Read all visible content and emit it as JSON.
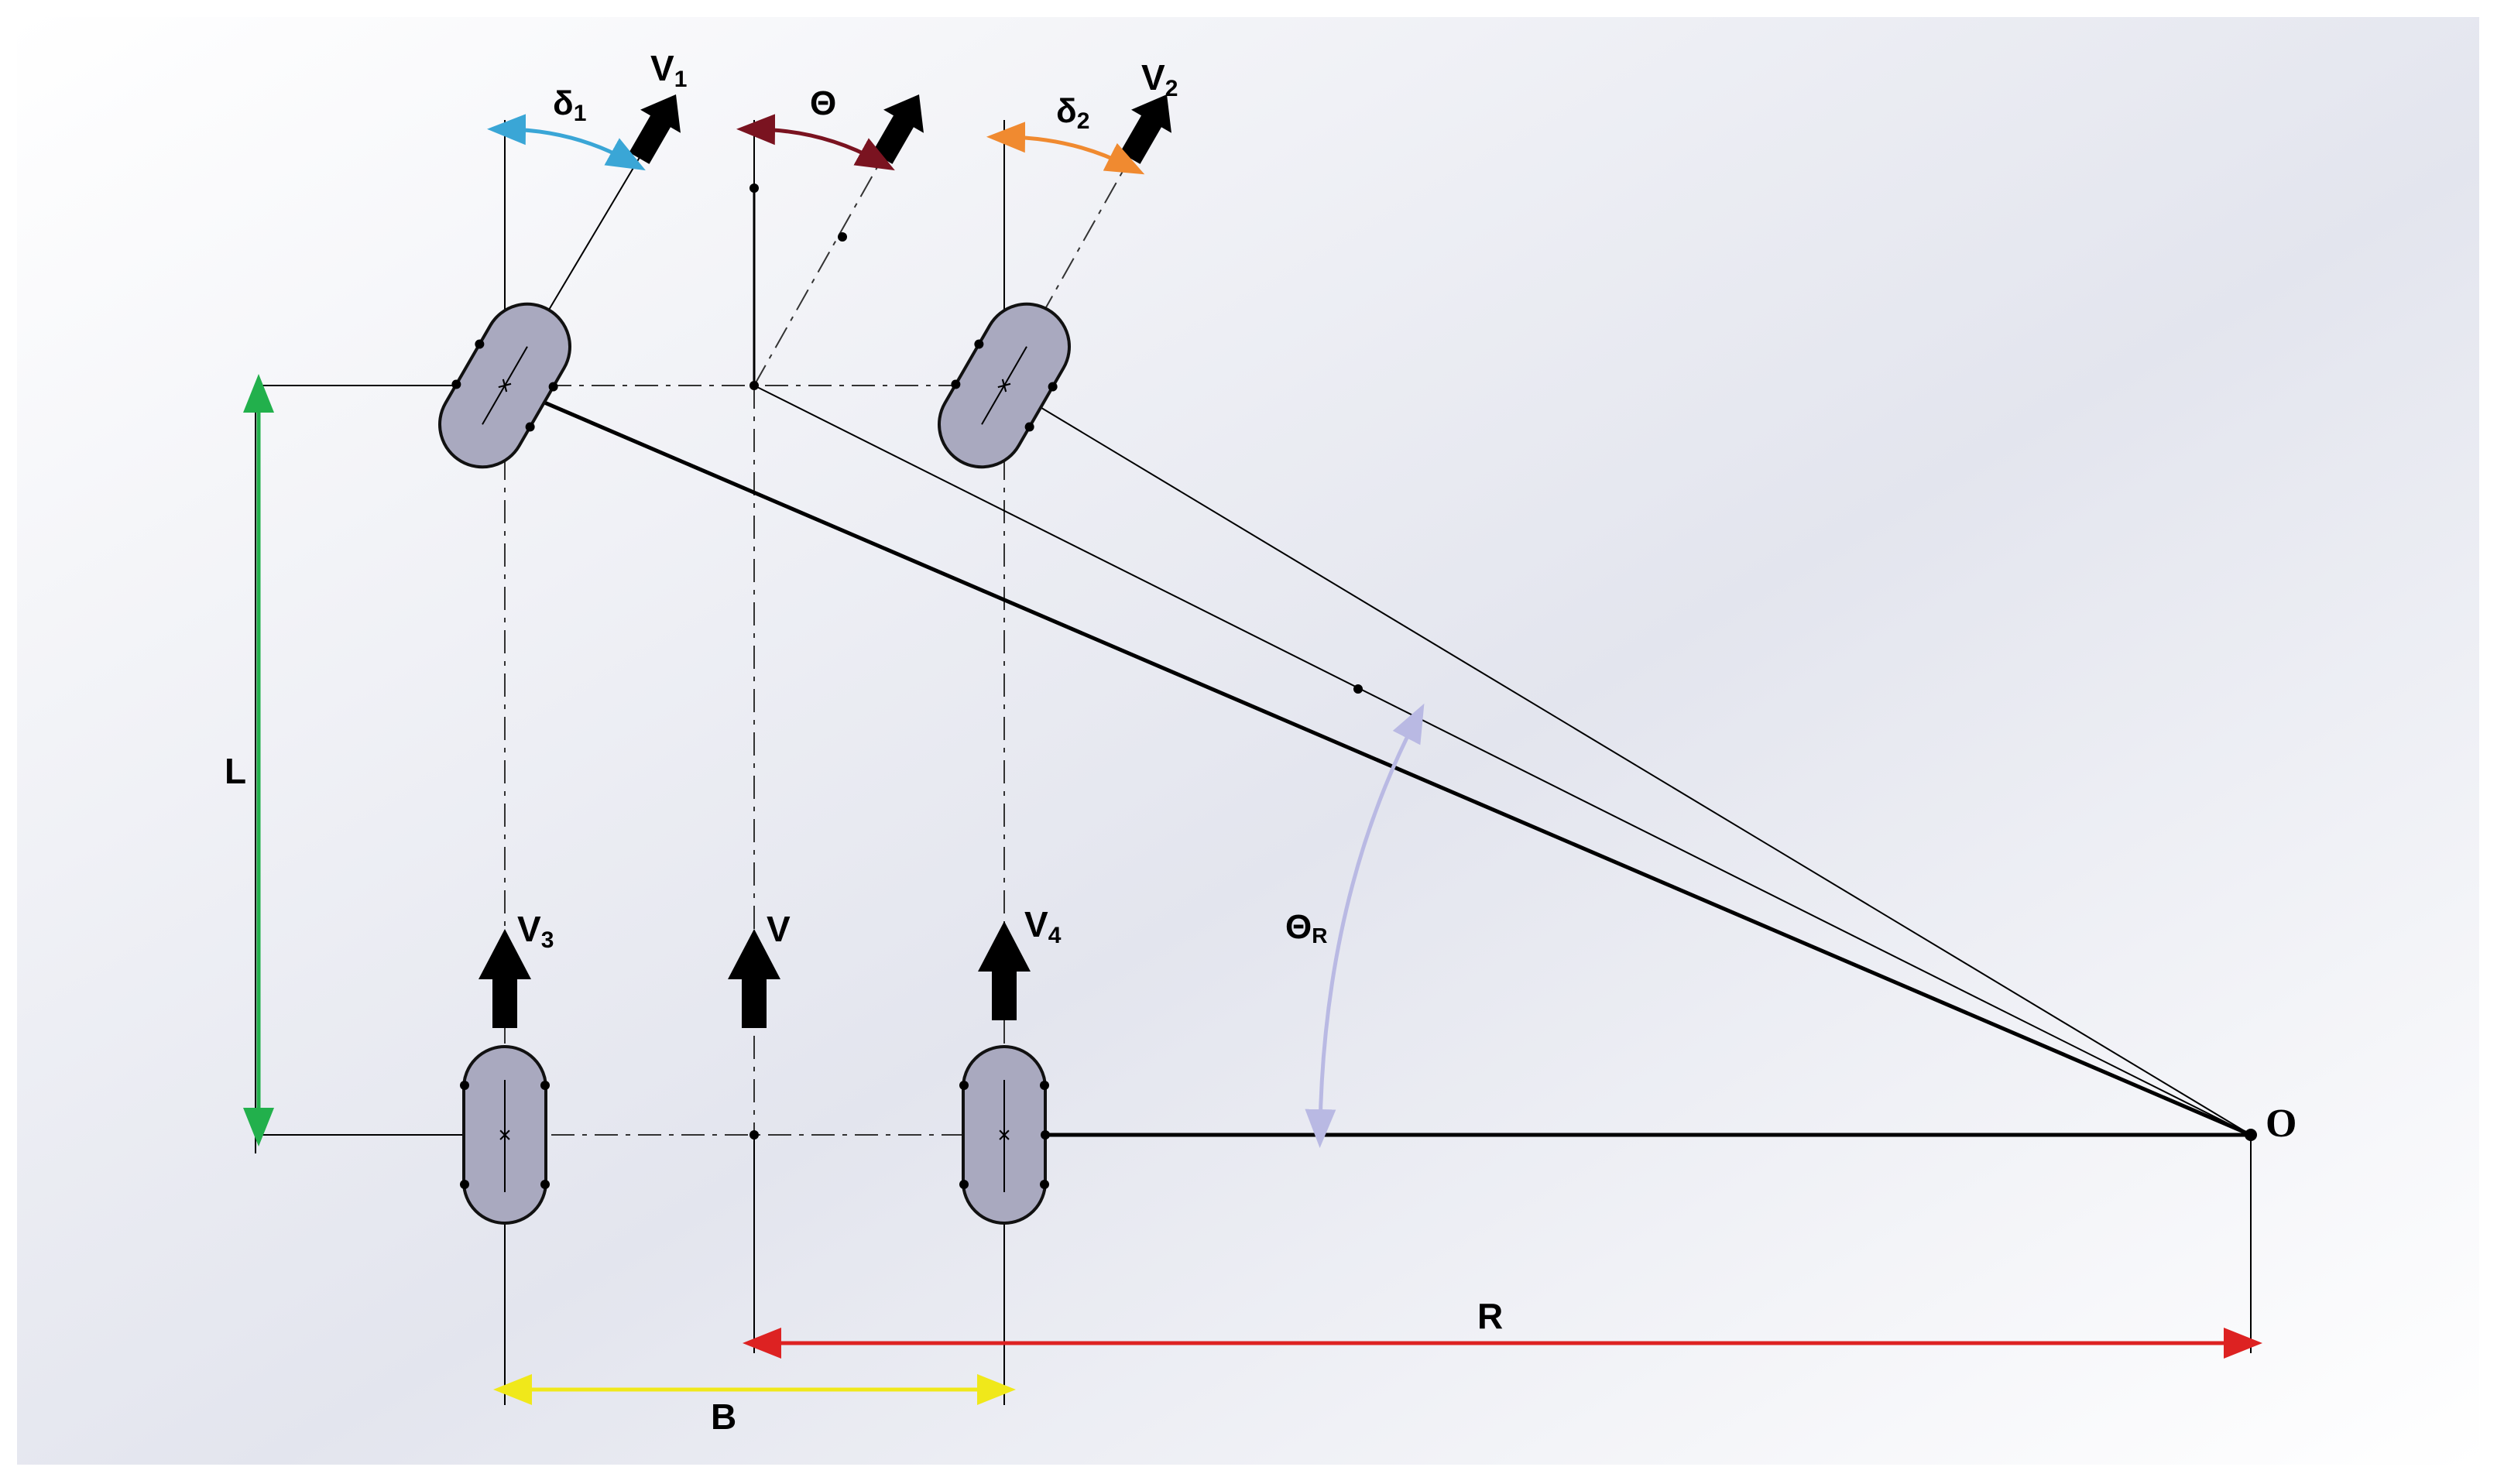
{
  "labels": {
    "v1": "V",
    "v1_sub": "1",
    "v2": "V",
    "v2_sub": "2",
    "v3": "V",
    "v3_sub": "3",
    "v4": "V",
    "v4_sub": "4",
    "v": "V",
    "delta1": "δ",
    "delta1_sub": "1",
    "delta2": "δ",
    "delta2_sub": "2",
    "theta": "Θ",
    "theta_r": "Θ",
    "theta_r_sub": "R",
    "L": "L",
    "B": "B",
    "R": "R",
    "O": "O"
  },
  "colors": {
    "delta1_arc": "#3aa6d6",
    "theta_arc": "#7a1320",
    "delta2_arc": "#f08a30",
    "theta_r_arc": "#b9b9e3",
    "L_dim": "#22b04c",
    "B_dim": "#f0e81a",
    "R_dim": "#dd2222",
    "wheel_fill": "#a9a9bf"
  }
}
